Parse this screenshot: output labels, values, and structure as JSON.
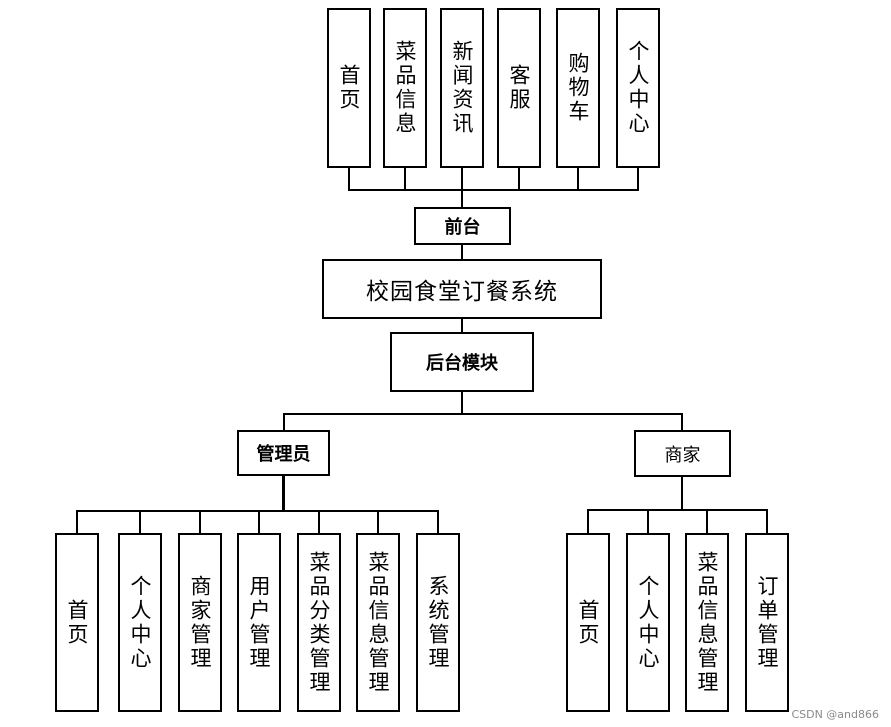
{
  "frontend": {
    "items": [
      {
        "label": "首页"
      },
      {
        "label": "菜品信息"
      },
      {
        "label": "新闻资讯"
      },
      {
        "label": "客服"
      },
      {
        "label": "购物车"
      },
      {
        "label": "个人中心"
      }
    ],
    "node": "前台"
  },
  "system": {
    "title": "校园食堂订餐系统"
  },
  "backend": {
    "node": "后台模块"
  },
  "admin": {
    "node": "管理员",
    "items": [
      {
        "label": "首页"
      },
      {
        "label": "个人中心"
      },
      {
        "label": "商家管理"
      },
      {
        "label": "用户管理"
      },
      {
        "label": "菜品分类管理"
      },
      {
        "label": "菜品信息管理"
      },
      {
        "label": "系统管理"
      }
    ]
  },
  "merchant": {
    "node": "商家",
    "items": [
      {
        "label": "首页"
      },
      {
        "label": "个人中心"
      },
      {
        "label": "菜品信息管理"
      },
      {
        "label": "订单管理"
      }
    ]
  },
  "watermark": "CSDN @and866"
}
